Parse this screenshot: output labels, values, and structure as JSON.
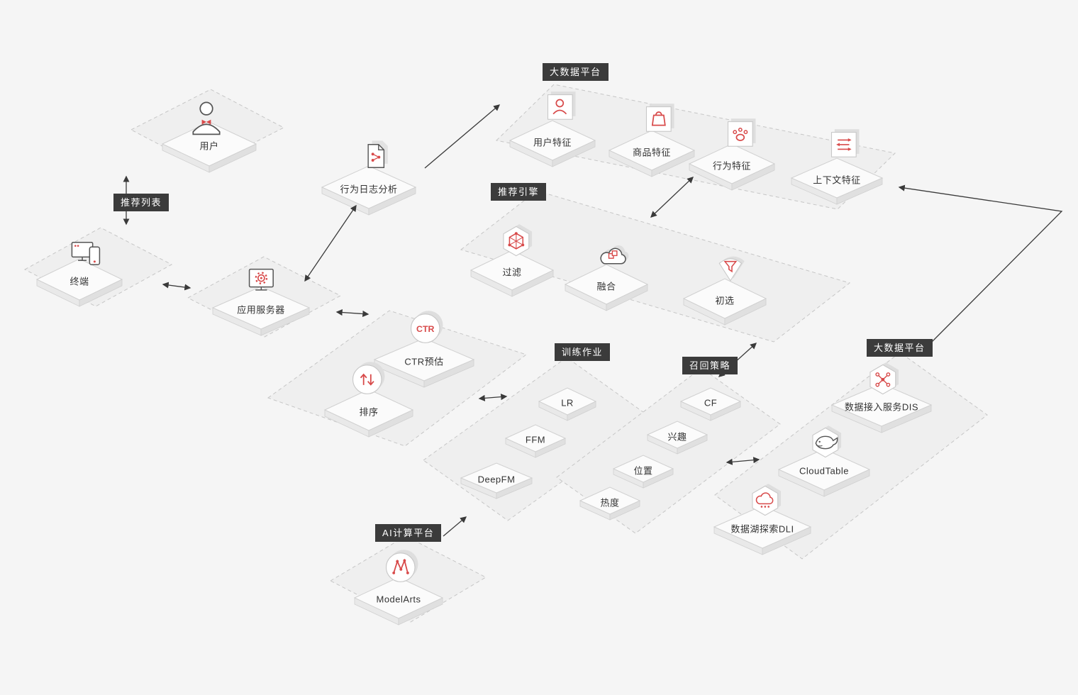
{
  "flow_tags": {
    "recommend_list": "推荐列表"
  },
  "groups": {
    "bigdata_top": {
      "label": "大数据平台"
    },
    "recommend_engine": {
      "label": "推荐引擎"
    },
    "training_job": {
      "label": "训练作业"
    },
    "recall_strategy": {
      "label": "召回策略"
    },
    "bigdata_right": {
      "label": "大数据平台"
    },
    "ai_platform": {
      "label": "AI计算平台"
    }
  },
  "nodes": {
    "user": {
      "label": "用户"
    },
    "terminal": {
      "label": "终端"
    },
    "app_server": {
      "label": "应用服务器"
    },
    "log_analysis": {
      "label": "行为日志分析"
    },
    "user_feature": {
      "label": "用户特征"
    },
    "product_feature": {
      "label": "商品特征"
    },
    "behavior_feature": {
      "label": "行为特征"
    },
    "context_feature": {
      "label": "上下文特征"
    },
    "filter": {
      "label": "过滤"
    },
    "fusion": {
      "label": "融合"
    },
    "preselect": {
      "label": "初选"
    },
    "ctr": {
      "label": "CTR预估",
      "icon_text": "CTR"
    },
    "sort": {
      "label": "排序"
    },
    "lr": {
      "label": "LR"
    },
    "ffm": {
      "label": "FFM"
    },
    "deepfm": {
      "label": "DeepFM"
    },
    "cf": {
      "label": "CF"
    },
    "interest": {
      "label": "兴趣"
    },
    "position": {
      "label": "位置"
    },
    "popularity": {
      "label": "热度"
    },
    "dis": {
      "label": "数据接入服务DIS"
    },
    "cloudtable": {
      "label": "CloudTable"
    },
    "dli": {
      "label": "数据湖探索DLI"
    },
    "modelarts": {
      "label": "ModelArts"
    }
  },
  "colors": {
    "background": "#f5f5f5",
    "accent_red": "#D84A4A",
    "icon_ink": "#555555",
    "tag_bg": "#3B3B3B",
    "tag_text": "#FFFFFF",
    "label_text": "#333333",
    "arrow": "#3A3A3A",
    "group_fill": "#EFEFEF",
    "group_stroke": "#C6C6C6",
    "slab_top": "#FBFBFB",
    "slab_stroke": "#D0D0D0"
  }
}
